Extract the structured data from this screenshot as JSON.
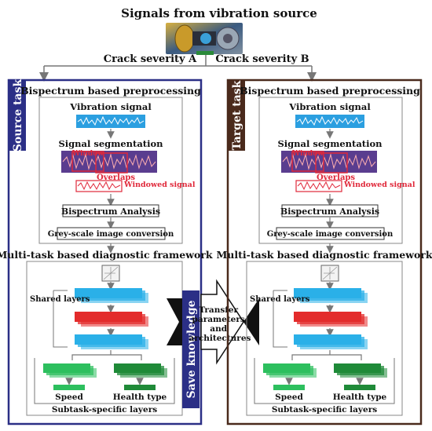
{
  "header": {
    "title": "Signals from vibration source"
  },
  "branches": {
    "left": "Crack severity A",
    "right": "Crack severity B"
  },
  "panels": {
    "source": {
      "tab_label": "Source task",
      "preprocessing_title": "Bispectrum based preprocessing",
      "vibration_signal": "Vibration signal",
      "signal_segmentation": "Signal segmentation",
      "window_label": "Window",
      "overlaps_label": "Overlaps",
      "windowed_signal_label": "Windowed signal",
      "bispectrum_analysis": "Bispectrum Analysis",
      "greyscale_conversion": "Grey-scale image conversion",
      "framework_title": "Multi-task based diagnostic framework",
      "shared_layers": "Shared layers",
      "speed_label": "Speed",
      "health_label": "Health type",
      "subtask_label": "Subtask-specific layers",
      "save_knowledge": "Save knowledge"
    },
    "target": {
      "tab_label": "Target task",
      "preprocessing_title": "Bispectrum based preprocessing",
      "vibration_signal": "Vibration signal",
      "signal_segmentation": "Signal segmentation",
      "window_label": "Window",
      "overlaps_label": "Overlaps",
      "windowed_signal_label": "Windowed signal",
      "bispectrum_analysis": "Bispectrum Analysis",
      "greyscale_conversion": "Grey-scale image conversion",
      "framework_title": "Multi-task based diagnostic framework",
      "shared_layers": "Shared layers",
      "speed_label": "Speed",
      "health_label": "Health type",
      "subtask_label": "Subtask-specific layers"
    }
  },
  "transfer": {
    "line1": "Transfer",
    "line2": "parameters",
    "line3": "and",
    "line4": "architectures"
  },
  "colors": {
    "source_border": "#2b2f86",
    "target_border": "#4a2a1c",
    "signal_blue": "#2b9fe0",
    "segmentation_purple": "#5a3d8f",
    "layer_blue": "#2ab0e8",
    "layer_red": "#e32b2b",
    "layer_green": "#2dbf5e",
    "layer_darkgreen": "#1f8a38",
    "callout_red": "#e0283a"
  }
}
